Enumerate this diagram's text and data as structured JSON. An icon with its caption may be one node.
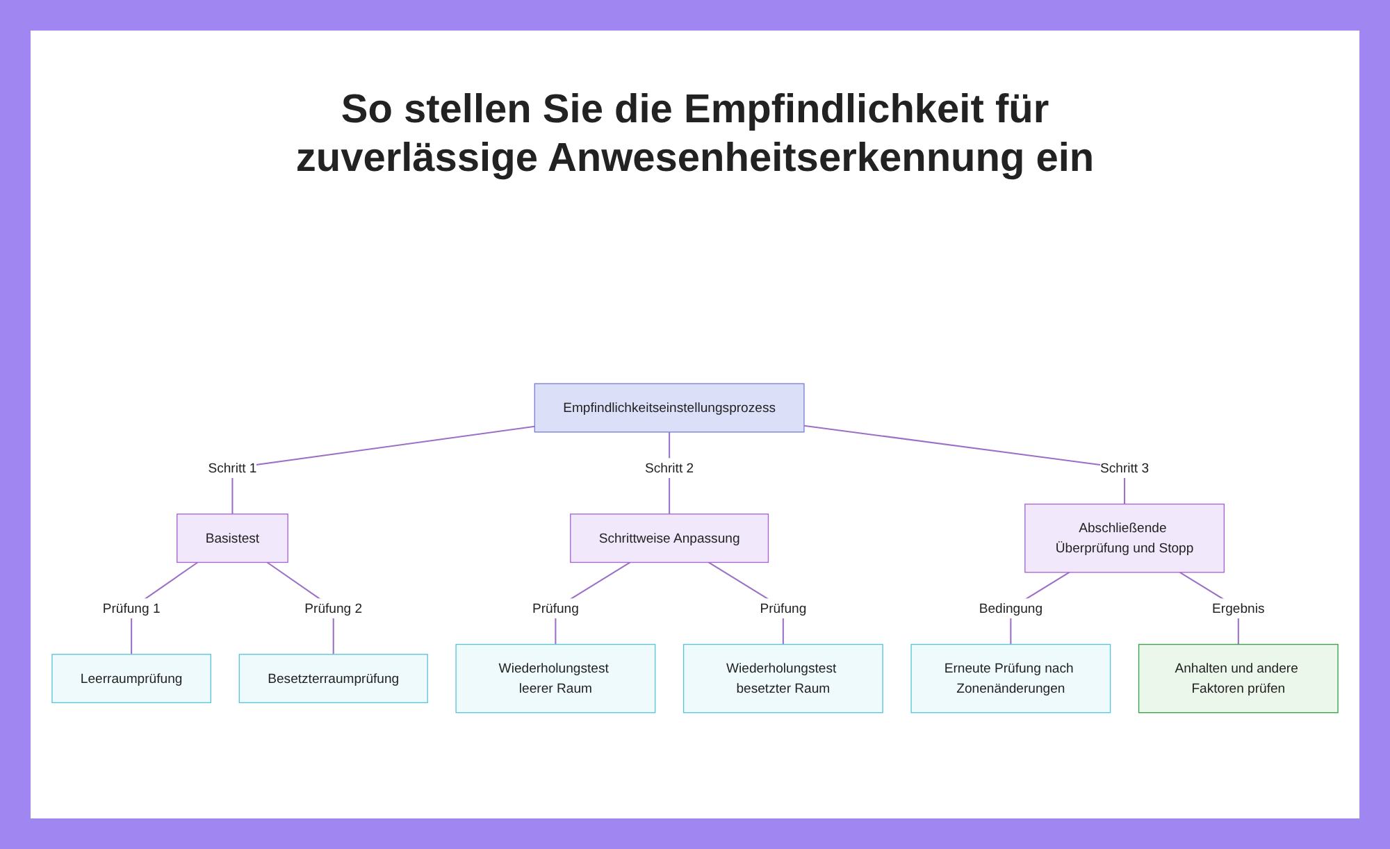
{
  "diagram": {
    "title": "So stellen Sie die Empfindlichkeit für zuverlässige Anwesenheitserkennung ein",
    "nodes": [
      {
        "text": [
          "Empfindlichkeitseinstellungsprozess"
        ]
      },
      {
        "text": [
          "Basistest"
        ]
      },
      {
        "text": [
          "Schrittweise Anpassung"
        ]
      },
      {
        "text": [
          "Abschließende Überprüfung und Stopp"
        ]
      },
      {
        "text": [
          "Leerraumprüfung"
        ]
      },
      {
        "text": [
          "Besetzterraumprüfung"
        ]
      },
      {
        "text": [
          "Wiederholungstest leerer Raum"
        ]
      },
      {
        "text": [
          "Wiederholungstest besetzter Raum"
        ]
      },
      {
        "text": [
          "Erneute Prüfung nach Zonenänderungen"
        ]
      },
      {
        "text": [
          "Anhalten und andere Faktoren prüfen"
        ]
      }
    ],
    "edges": [
      {
        "from": 0,
        "to": 1,
        "arrow": "none",
        "label": "Schritt 1"
      },
      {
        "from": 0,
        "to": 2,
        "arrow": "none",
        "label": "Schritt 2"
      },
      {
        "from": 0,
        "to": 3,
        "arrow": "none",
        "label": "Schritt 3"
      },
      {
        "from": 1,
        "to": 4,
        "arrow": "none",
        "label": "Prüfung 1"
      },
      {
        "from": 1,
        "to": 5,
        "arrow": "none",
        "label": "Prüfung 2"
      },
      {
        "from": 2,
        "to": 6,
        "arrow": "none",
        "label": "Prüfung"
      },
      {
        "from": 2,
        "to": 7,
        "arrow": "none",
        "label": "Prüfung"
      },
      {
        "from": 3,
        "to": 8,
        "arrow": "none",
        "label": "Bedingung"
      },
      {
        "from": 3,
        "to": 9,
        "arrow": "none",
        "label": "Ergebnis"
      }
    ]
  }
}
